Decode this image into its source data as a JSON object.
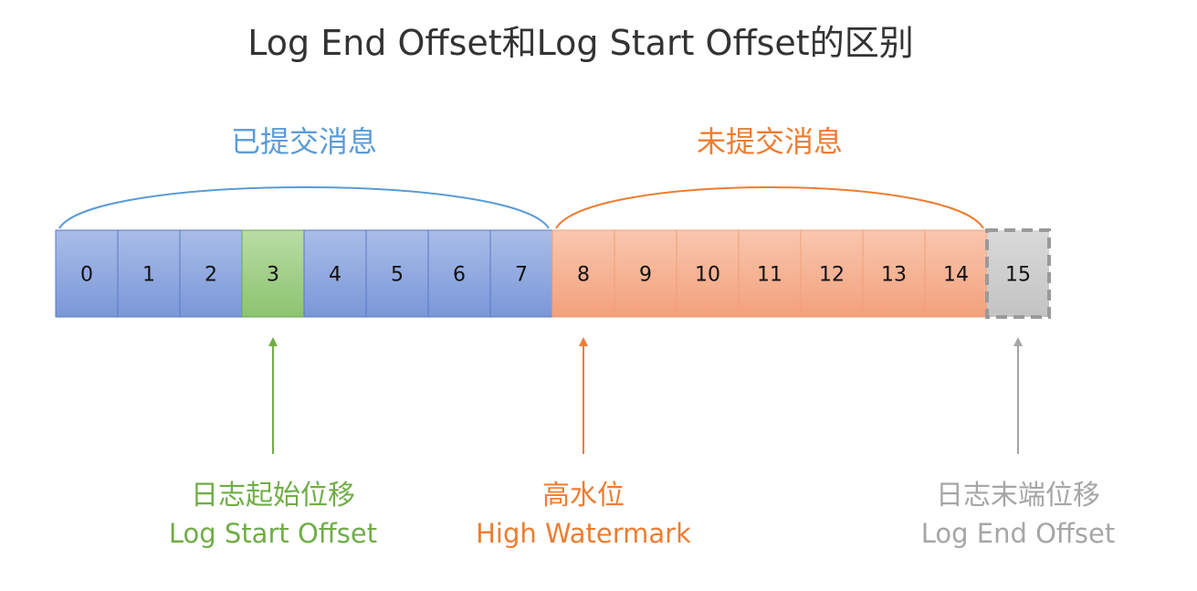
{
  "title": "Log End Offset和Log Start Offset的区别",
  "colors": {
    "committed": "#5b9bd5",
    "uncommitted": "#ed7d31",
    "start_offset": "#70ad47",
    "end_offset": "#a6a6a6",
    "text": "#333333"
  },
  "braces": {
    "committed_label": "已提交消息",
    "uncommitted_label": "未提交消息"
  },
  "cells": [
    {
      "label": "0",
      "kind": "committed"
    },
    {
      "label": "1",
      "kind": "committed"
    },
    {
      "label": "2",
      "kind": "committed"
    },
    {
      "label": "3",
      "kind": "start"
    },
    {
      "label": "4",
      "kind": "committed"
    },
    {
      "label": "5",
      "kind": "committed"
    },
    {
      "label": "6",
      "kind": "committed"
    },
    {
      "label": "7",
      "kind": "committed"
    },
    {
      "label": "8",
      "kind": "uncommitted"
    },
    {
      "label": "9",
      "kind": "uncommitted"
    },
    {
      "label": "10",
      "kind": "uncommitted"
    },
    {
      "label": "11",
      "kind": "uncommitted"
    },
    {
      "label": "12",
      "kind": "uncommitted"
    },
    {
      "label": "13",
      "kind": "uncommitted"
    },
    {
      "label": "14",
      "kind": "uncommitted"
    },
    {
      "label": "15",
      "kind": "end"
    }
  ],
  "markers": [
    {
      "cell_index": 3,
      "label_cn": "日志起始位移",
      "label_en": "Log Start Offset",
      "color": "#70ad47"
    },
    {
      "cell_index": 8,
      "label_cn": "高水位",
      "label_en": "High Watermark",
      "color": "#ed7d31"
    },
    {
      "cell_index": 15,
      "label_cn": "日志末端位移",
      "label_en": "Log End Offset",
      "color": "#a6a6a6"
    }
  ]
}
